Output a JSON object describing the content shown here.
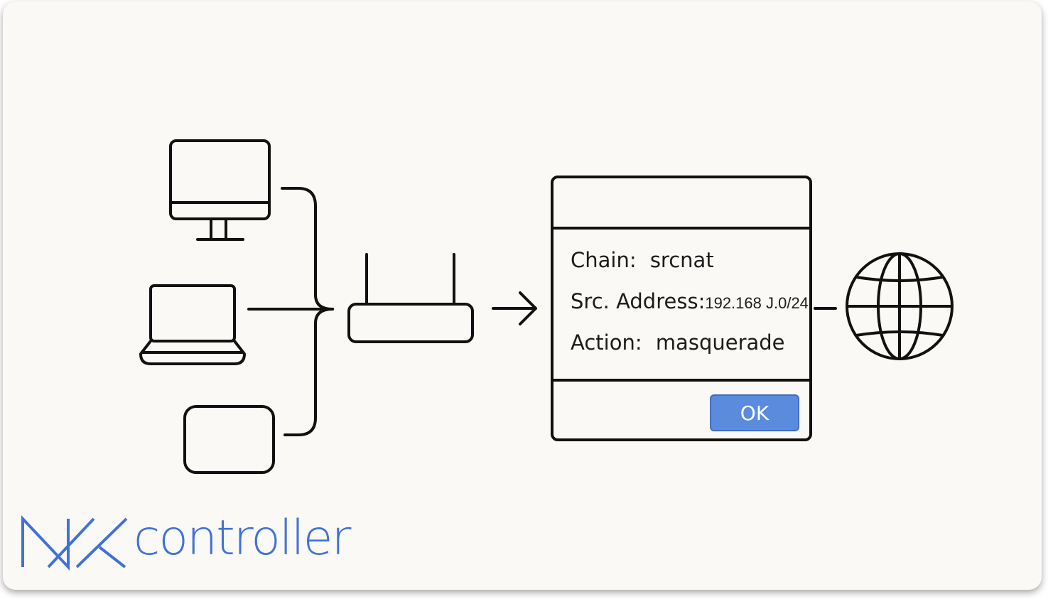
{
  "dialog": {
    "chain_label": "Chain:",
    "chain_value": "srcnat",
    "src_label": "Src. Address:",
    "src_value": "192.168 J.0/24",
    "action_label": "Action:",
    "action_value": "masquerade",
    "ok_label": "OK"
  },
  "logo": {
    "wordmark": "controller"
  },
  "colors": {
    "background": "#fbf9f5",
    "stroke": "#111111",
    "accent": "#5b8bdc",
    "logo": "#3f72d8"
  },
  "icons": [
    "desktop-monitor-icon",
    "laptop-icon",
    "tablet-icon",
    "router-icon",
    "arrow-right-icon",
    "globe-icon"
  ]
}
